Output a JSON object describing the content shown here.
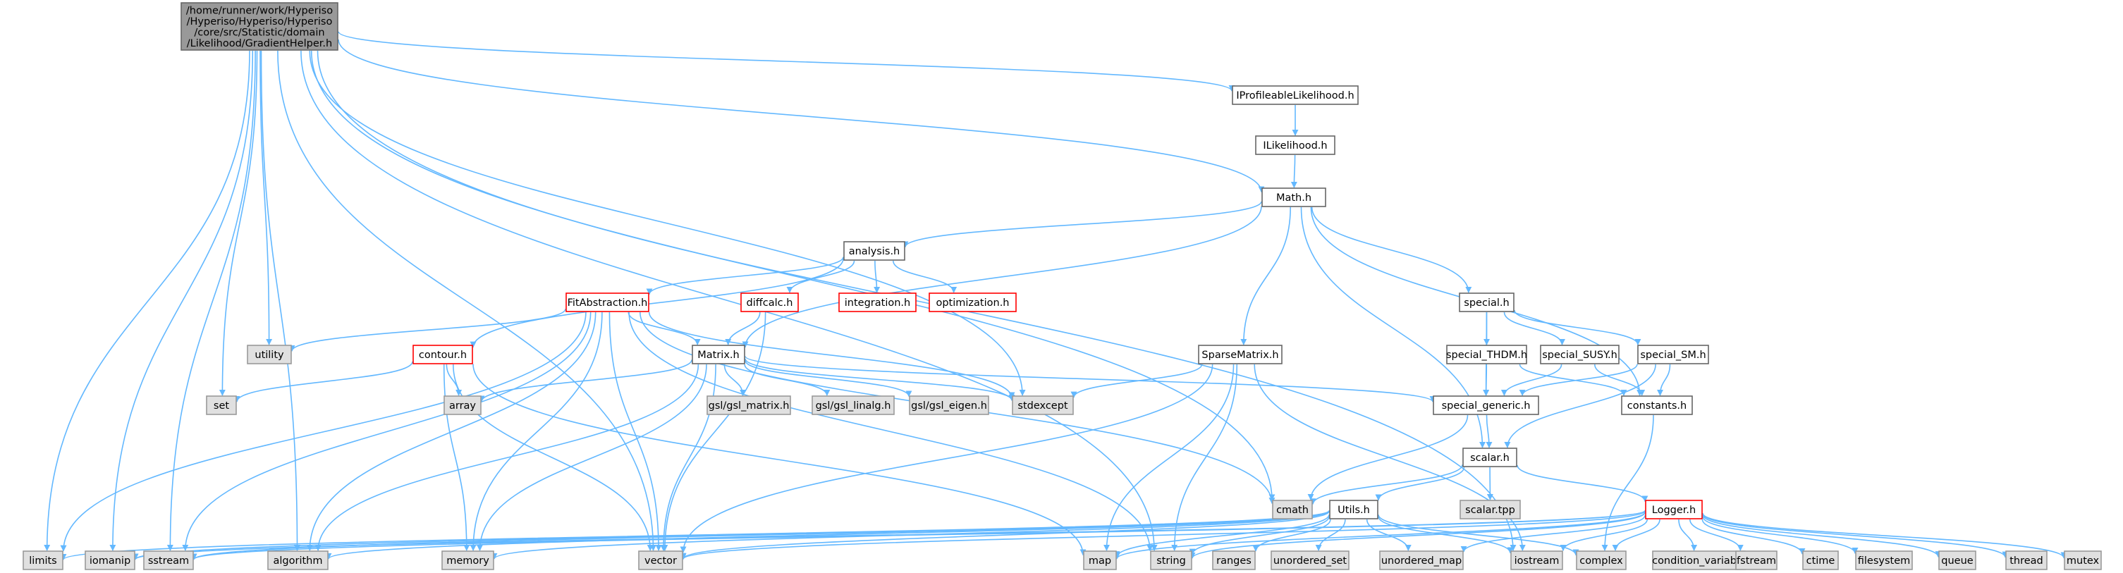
{
  "colors": {
    "edge": "#63b8ff",
    "root_fill": "#999999",
    "root_border": "#666666",
    "documented_fill": "#ffffff",
    "documented_border": "#666666",
    "external_fill": "#e0e0e0",
    "external_border": "#999999",
    "truncated_fill": "#ffffff",
    "truncated_border": "#ff0000"
  },
  "nodes": {
    "root": {
      "lines": [
        "/home/runner/work/Hyperiso",
        "/Hyperiso/Hyperiso/Hyperiso",
        "/core/src/Statistic/domain",
        "/Likelihood/GradientHelper.h"
      ],
      "kind": "root"
    },
    "iprof": {
      "lines": [
        "IProfileableLikelihood.h"
      ],
      "kind": "documented"
    },
    "ilike": {
      "lines": [
        "ILikelihood.h"
      ],
      "kind": "documented"
    },
    "math": {
      "lines": [
        "Math.h"
      ],
      "kind": "documented"
    },
    "analysis": {
      "lines": [
        "analysis.h"
      ],
      "kind": "documented"
    },
    "fitabs": {
      "lines": [
        "FitAbstraction.h"
      ],
      "kind": "truncated"
    },
    "diffcalc": {
      "lines": [
        "diffcalc.h"
      ],
      "kind": "truncated"
    },
    "integration": {
      "lines": [
        "integration.h"
      ],
      "kind": "truncated"
    },
    "optimization": {
      "lines": [
        "optimization.h"
      ],
      "kind": "truncated"
    },
    "contour": {
      "lines": [
        "contour.h"
      ],
      "kind": "truncated"
    },
    "matrix": {
      "lines": [
        "Matrix.h"
      ],
      "kind": "documented"
    },
    "sparse": {
      "lines": [
        "SparseMatrix.h"
      ],
      "kind": "documented"
    },
    "special": {
      "lines": [
        "special.h"
      ],
      "kind": "documented"
    },
    "sthdm": {
      "lines": [
        "special_THDM.h"
      ],
      "kind": "documented"
    },
    "ssusy": {
      "lines": [
        "special_SUSY.h"
      ],
      "kind": "documented"
    },
    "ssm": {
      "lines": [
        "special_SM.h"
      ],
      "kind": "documented"
    },
    "sgeneric": {
      "lines": [
        "special_generic.h"
      ],
      "kind": "documented"
    },
    "constants": {
      "lines": [
        "constants.h"
      ],
      "kind": "documented"
    },
    "scalar": {
      "lines": [
        "scalar.h"
      ],
      "kind": "documented"
    },
    "utils": {
      "lines": [
        "Utils.h"
      ],
      "kind": "documented"
    },
    "logger": {
      "lines": [
        "Logger.h"
      ],
      "kind": "truncated"
    },
    "utility": {
      "lines": [
        "utility"
      ],
      "kind": "external"
    },
    "set": {
      "lines": [
        "set"
      ],
      "kind": "external"
    },
    "array": {
      "lines": [
        "array"
      ],
      "kind": "external"
    },
    "gslmatrix": {
      "lines": [
        "gsl/gsl_matrix.h"
      ],
      "kind": "external"
    },
    "gsllinalg": {
      "lines": [
        "gsl/gsl_linalg.h"
      ],
      "kind": "external"
    },
    "gsleigen": {
      "lines": [
        "gsl/gsl_eigen.h"
      ],
      "kind": "external"
    },
    "stdexcept": {
      "lines": [
        "stdexcept"
      ],
      "kind": "external"
    },
    "cmath": {
      "lines": [
        "cmath"
      ],
      "kind": "external"
    },
    "scalartpp": {
      "lines": [
        "scalar.tpp"
      ],
      "kind": "external"
    },
    "limits": {
      "lines": [
        "limits"
      ],
      "kind": "external"
    },
    "iomanip": {
      "lines": [
        "iomanip"
      ],
      "kind": "external"
    },
    "sstream": {
      "lines": [
        "sstream"
      ],
      "kind": "external"
    },
    "algorithm": {
      "lines": [
        "algorithm"
      ],
      "kind": "external"
    },
    "memory": {
      "lines": [
        "memory"
      ],
      "kind": "external"
    },
    "vector": {
      "lines": [
        "vector"
      ],
      "kind": "external"
    },
    "map": {
      "lines": [
        "map"
      ],
      "kind": "external"
    },
    "string": {
      "lines": [
        "string"
      ],
      "kind": "external"
    },
    "ranges": {
      "lines": [
        "ranges"
      ],
      "kind": "external"
    },
    "uset": {
      "lines": [
        "unordered_set"
      ],
      "kind": "external"
    },
    "umap": {
      "lines": [
        "unordered_map"
      ],
      "kind": "external"
    },
    "iostream": {
      "lines": [
        "iostream"
      ],
      "kind": "external"
    },
    "complex": {
      "lines": [
        "complex"
      ],
      "kind": "external"
    },
    "condvar": {
      "lines": [
        "condition_variable"
      ],
      "kind": "external"
    },
    "fstream": {
      "lines": [
        "fstream"
      ],
      "kind": "external"
    },
    "ctime": {
      "lines": [
        "ctime"
      ],
      "kind": "external"
    },
    "filesystem": {
      "lines": [
        "filesystem"
      ],
      "kind": "external"
    },
    "queue": {
      "lines": [
        "queue"
      ],
      "kind": "external"
    },
    "thread": {
      "lines": [
        "thread"
      ],
      "kind": "external"
    },
    "mutex": {
      "lines": [
        "mutex"
      ],
      "kind": "external"
    }
  },
  "edges": [
    [
      "root",
      "iprof"
    ],
    [
      "root",
      "math"
    ],
    [
      "root",
      "utility"
    ],
    [
      "root",
      "set"
    ],
    [
      "root",
      "limits"
    ],
    [
      "root",
      "iomanip"
    ],
    [
      "root",
      "sstream"
    ],
    [
      "root",
      "algorithm"
    ],
    [
      "root",
      "vector"
    ],
    [
      "root",
      "string"
    ],
    [
      "root",
      "stdexcept"
    ],
    [
      "root",
      "cmath"
    ],
    [
      "root",
      "iostream"
    ],
    [
      "iprof",
      "ilike"
    ],
    [
      "ilike",
      "math"
    ],
    [
      "math",
      "analysis"
    ],
    [
      "math",
      "matrix"
    ],
    [
      "math",
      "sparse"
    ],
    [
      "math",
      "special"
    ],
    [
      "math",
      "scalar"
    ],
    [
      "math",
      "constants"
    ],
    [
      "analysis",
      "fitabs"
    ],
    [
      "analysis",
      "diffcalc"
    ],
    [
      "analysis",
      "integration"
    ],
    [
      "analysis",
      "optimization"
    ],
    [
      "analysis",
      "contour"
    ],
    [
      "fitabs",
      "utility"
    ],
    [
      "fitabs",
      "limits"
    ],
    [
      "fitabs",
      "sstream"
    ],
    [
      "fitabs",
      "algorithm"
    ],
    [
      "fitabs",
      "memory"
    ],
    [
      "fitabs",
      "vector"
    ],
    [
      "fitabs",
      "matrix"
    ],
    [
      "fitabs",
      "stdexcept"
    ],
    [
      "fitabs",
      "string"
    ],
    [
      "fitabs",
      "cmath"
    ],
    [
      "diffcalc",
      "matrix"
    ],
    [
      "diffcalc",
      "vector"
    ],
    [
      "contour",
      "set"
    ],
    [
      "contour",
      "array"
    ],
    [
      "contour",
      "memory"
    ],
    [
      "contour",
      "vector"
    ],
    [
      "contour",
      "map"
    ],
    [
      "matrix",
      "array"
    ],
    [
      "matrix",
      "gslmatrix"
    ],
    [
      "matrix",
      "gsllinalg"
    ],
    [
      "matrix",
      "gsleigen"
    ],
    [
      "matrix",
      "stdexcept"
    ],
    [
      "matrix",
      "sgeneric"
    ],
    [
      "matrix",
      "algorithm"
    ],
    [
      "matrix",
      "memory"
    ],
    [
      "matrix",
      "vector"
    ],
    [
      "sparse",
      "stdexcept"
    ],
    [
      "sparse",
      "vector"
    ],
    [
      "sparse",
      "map"
    ],
    [
      "sparse",
      "string"
    ],
    [
      "sparse",
      "iostream"
    ],
    [
      "special",
      "sthdm"
    ],
    [
      "special",
      "ssusy"
    ],
    [
      "special",
      "ssm"
    ],
    [
      "special",
      "sgeneric"
    ],
    [
      "sthdm",
      "sgeneric"
    ],
    [
      "sthdm",
      "constants"
    ],
    [
      "ssusy",
      "sgeneric"
    ],
    [
      "ssusy",
      "constants"
    ],
    [
      "ssm",
      "sgeneric"
    ],
    [
      "ssm",
      "constants"
    ],
    [
      "ssm",
      "scalar"
    ],
    [
      "sgeneric",
      "scalar"
    ],
    [
      "sgeneric",
      "cmath"
    ],
    [
      "constants",
      "complex"
    ],
    [
      "scalar",
      "cmath"
    ],
    [
      "scalar",
      "scalartpp"
    ],
    [
      "scalar",
      "utils"
    ],
    [
      "scalar",
      "logger"
    ],
    [
      "utils",
      "limits"
    ],
    [
      "utils",
      "sstream"
    ],
    [
      "utils",
      "algorithm"
    ],
    [
      "utils",
      "memory"
    ],
    [
      "utils",
      "vector"
    ],
    [
      "utils",
      "map"
    ],
    [
      "utils",
      "string"
    ],
    [
      "utils",
      "ranges"
    ],
    [
      "utils",
      "uset"
    ],
    [
      "utils",
      "umap"
    ],
    [
      "utils",
      "iostream"
    ],
    [
      "utils",
      "complex"
    ],
    [
      "utils",
      "iomanip"
    ],
    [
      "logger",
      "iomanip"
    ],
    [
      "logger",
      "vector"
    ],
    [
      "logger",
      "map"
    ],
    [
      "logger",
      "string"
    ],
    [
      "logger",
      "umap"
    ],
    [
      "logger",
      "iostream"
    ],
    [
      "logger",
      "complex"
    ],
    [
      "logger",
      "condvar"
    ],
    [
      "logger",
      "fstream"
    ],
    [
      "logger",
      "ctime"
    ],
    [
      "logger",
      "filesystem"
    ],
    [
      "logger",
      "queue"
    ],
    [
      "logger",
      "thread"
    ],
    [
      "logger",
      "mutex"
    ],
    [
      "logger",
      "sstream"
    ]
  ]
}
